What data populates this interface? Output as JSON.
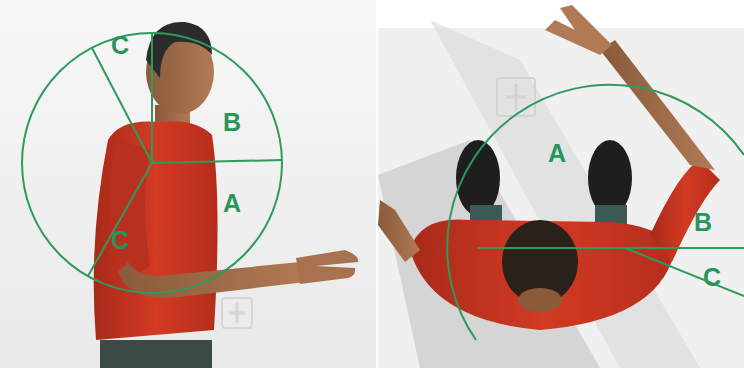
{
  "diagram": {
    "labels": [
      "C",
      "B",
      "A",
      "C",
      "A",
      "B",
      "C"
    ]
  }
}
